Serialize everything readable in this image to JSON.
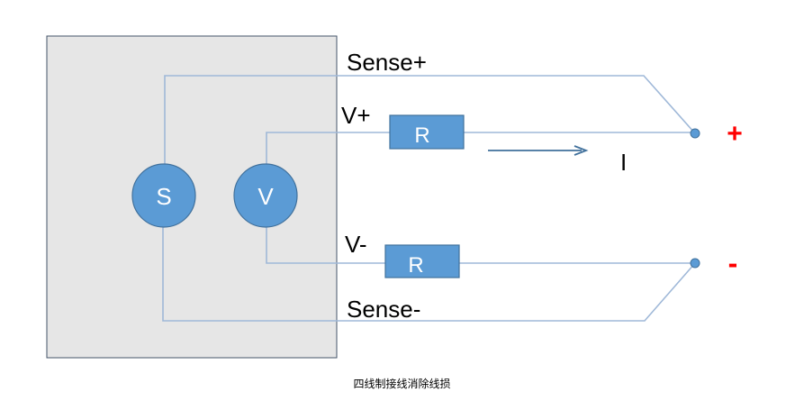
{
  "labels": {
    "sense_plus": "Sense+",
    "sense_minus": "Sense-",
    "v_plus": "V+",
    "v_minus": "V-",
    "resistor_top": "R",
    "resistor_bottom": "R",
    "current": "I",
    "source": "S",
    "voltmeter": "V",
    "terminal_plus": "+",
    "terminal_minus": "-"
  },
  "caption": "四线制接线消除线损",
  "colors": {
    "box_fill": "#e6e6e6",
    "box_stroke": "#44546a",
    "wire": "#9fb8d8",
    "component_fill": "#5b9bd5",
    "component_stroke": "#41719c",
    "terminal_sign": "#ff0000",
    "arrow": "#41719c"
  }
}
